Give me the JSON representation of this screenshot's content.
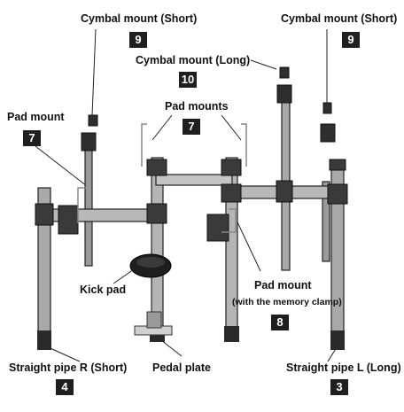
{
  "labels": {
    "cymbal_short_left": "Cymbal mount (Short)",
    "cymbal_short_right": "Cymbal mount (Short)",
    "cymbal_long": "Cymbal mount (Long)",
    "pad_mount_left": "Pad mount",
    "pad_mounts": "Pad mounts",
    "kick_pad": "Kick pad",
    "pad_mount_right": "Pad mount",
    "pad_mount_right_note": "(with the memory clamp)",
    "pipe_r": "Straight pipe R (Short)",
    "pedal_plate": "Pedal plate",
    "pipe_l": "Straight pipe L (Long)"
  },
  "badges": {
    "cymbal_short_left": "9",
    "cymbal_short_right": "9",
    "cymbal_long": "10",
    "pad_mount_left": "7",
    "pad_mounts": "7",
    "pad_mount_right": "8",
    "pipe_r": "4",
    "pipe_l": "3"
  }
}
